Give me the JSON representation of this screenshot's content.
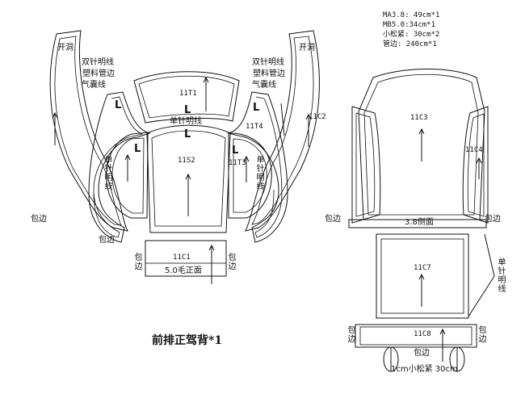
{
  "specs": {
    "line1": "MA3.8: 49cm*1",
    "line2": "MB5.0:34cm*1",
    "line3": "小松紧: 30cm*2",
    "line4": "管边: 240cm*1"
  },
  "pieces": {
    "t1": "11T1",
    "s2": "11S2",
    "t3": "11T3",
    "t4": "11T4",
    "c1": "11C1",
    "c2": "11C2",
    "c3": "11C3",
    "c4": "11C4",
    "c7": "11C7",
    "c8": "11C8"
  },
  "labels": {
    "kaidong_left": "开洞",
    "kaidong_right": "开洞",
    "shuangzhen_left": "双针明线",
    "suliao_left": "塑料管边",
    "qinang_left": "气囊线",
    "shuangzhen_right": "双针明线",
    "suliao_right": "塑料管边",
    "qinang_right": "气囊线",
    "danzhen_center": "单针明线",
    "danzhen_left": "单针明线",
    "danzhen_right": "单针明线",
    "danzhen_c7": "单针明线",
    "baobian_1": "包边",
    "baobian_2": "包边",
    "baobian_3": "包边",
    "baobian_4": "包边",
    "baobian_5": "包边",
    "baobian_6": "包边",
    "baobian_7": "包边",
    "baobian_8": "包边",
    "baobian_9": "包边",
    "maozhengmian": "5.0毛正面",
    "cemian": "3.8侧面",
    "songjin": "1cm小松紧 30cm",
    "title": "前排正驾背*1",
    "l_mark": "L"
  }
}
